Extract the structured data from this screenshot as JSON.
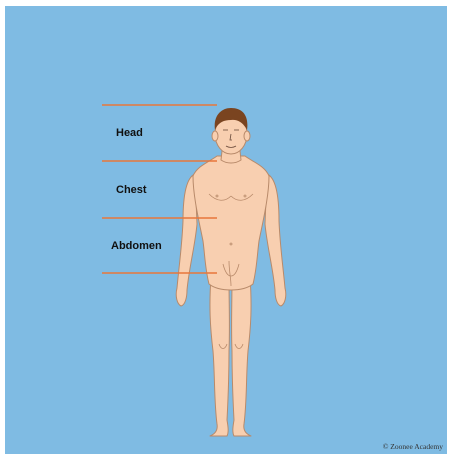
{
  "regions": [
    {
      "label": "Head"
    },
    {
      "label": "Chest"
    },
    {
      "label": "Abdomen"
    }
  ],
  "credit": "© Zoonee Academy",
  "colors": {
    "background": "#7fbbe3",
    "divider": "#e8773a",
    "skin": "#f8cfb0",
    "outline": "#b88a6a",
    "hair": "#7a4420"
  },
  "icons": {
    "figure": "human-body-front-illustration"
  }
}
